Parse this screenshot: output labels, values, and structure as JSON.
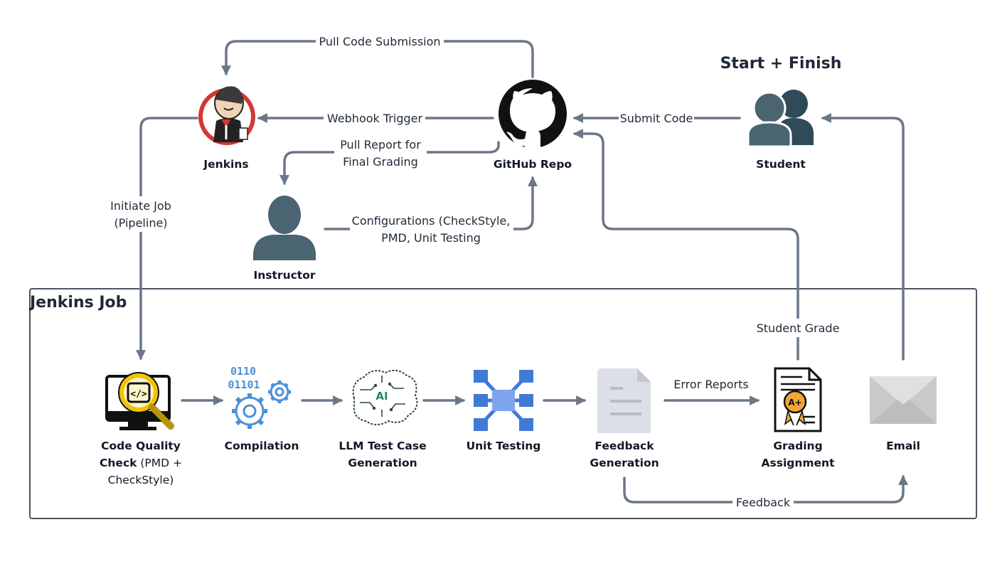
{
  "header": {
    "title": "Start + Finish"
  },
  "group": {
    "title": "Jenkins Job"
  },
  "nodes": {
    "jenkins": {
      "label": "Jenkins"
    },
    "github": {
      "label": "GitHub Repo"
    },
    "student": {
      "label": "Student"
    },
    "instructor": {
      "label": "Instructor"
    },
    "code_quality": {
      "label_line1": "Code Quality",
      "label_line2_bold": "Check",
      "label_line2_rest": " (PMD +",
      "label_line3": "CheckStyle)"
    },
    "compilation": {
      "label": "Compilation",
      "icon_bits_1": "0110",
      "icon_bits_2": "01101"
    },
    "llm": {
      "label_line1": "LLM Test Case",
      "label_line2": "Generation",
      "icon_text": "AI"
    },
    "unit_testing": {
      "label": "Unit Testing"
    },
    "feedback_gen": {
      "label_line1": "Feedback",
      "label_line2": "Generation"
    },
    "grading": {
      "label_line1": "Grading",
      "label_line2": "Assignment",
      "icon_text": "A+"
    },
    "email": {
      "label": "Email"
    }
  },
  "edges": {
    "pull_code": "Pull Code Submission",
    "webhook": "Webhook Trigger",
    "submit_code": "Submit Code",
    "pull_report_1": "Pull Report for",
    "pull_report_2": "Final Grading",
    "initiate_1": "Initiate Job",
    "initiate_2": "(Pipeline)",
    "configs_1": "Configurations (CheckStyle,",
    "configs_2": "PMD, Unit Testing",
    "student_grade": "Student Grade",
    "error_reports": "Error Reports",
    "feedback": "Feedback"
  },
  "colors": {
    "arrow": "#6b7787",
    "person": "#4b6472",
    "person_dark": "#2f4a59",
    "gear": "#4a90d9",
    "unit_testing": "#3d7bd6",
    "magnifier": "#f2c200",
    "jenkins_red": "#d33833"
  }
}
